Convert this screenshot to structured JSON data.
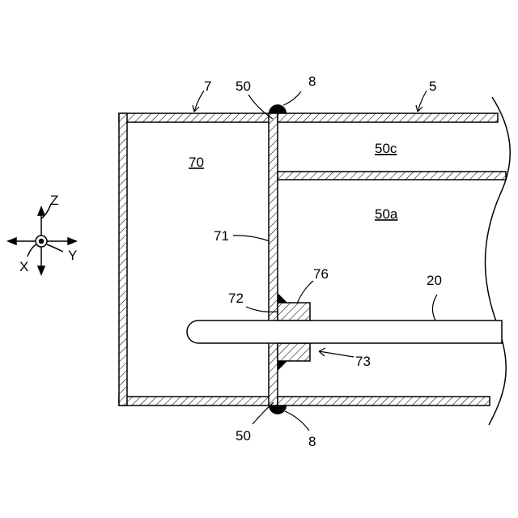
{
  "figure": {
    "axes": {
      "z": "Z",
      "x": "X",
      "y": "Y"
    },
    "labels": {
      "housing": "7",
      "flange_top": "50",
      "weld_top": "8",
      "body": "5",
      "chamber_70": "70",
      "chamber_50c": "50c",
      "chamber_50a": "50a",
      "wall_71": "71",
      "part_76": "76",
      "part_72": "72",
      "rod_20": "20",
      "part_73": "73",
      "flange_bottom": "50",
      "weld_bottom": "8"
    }
  }
}
